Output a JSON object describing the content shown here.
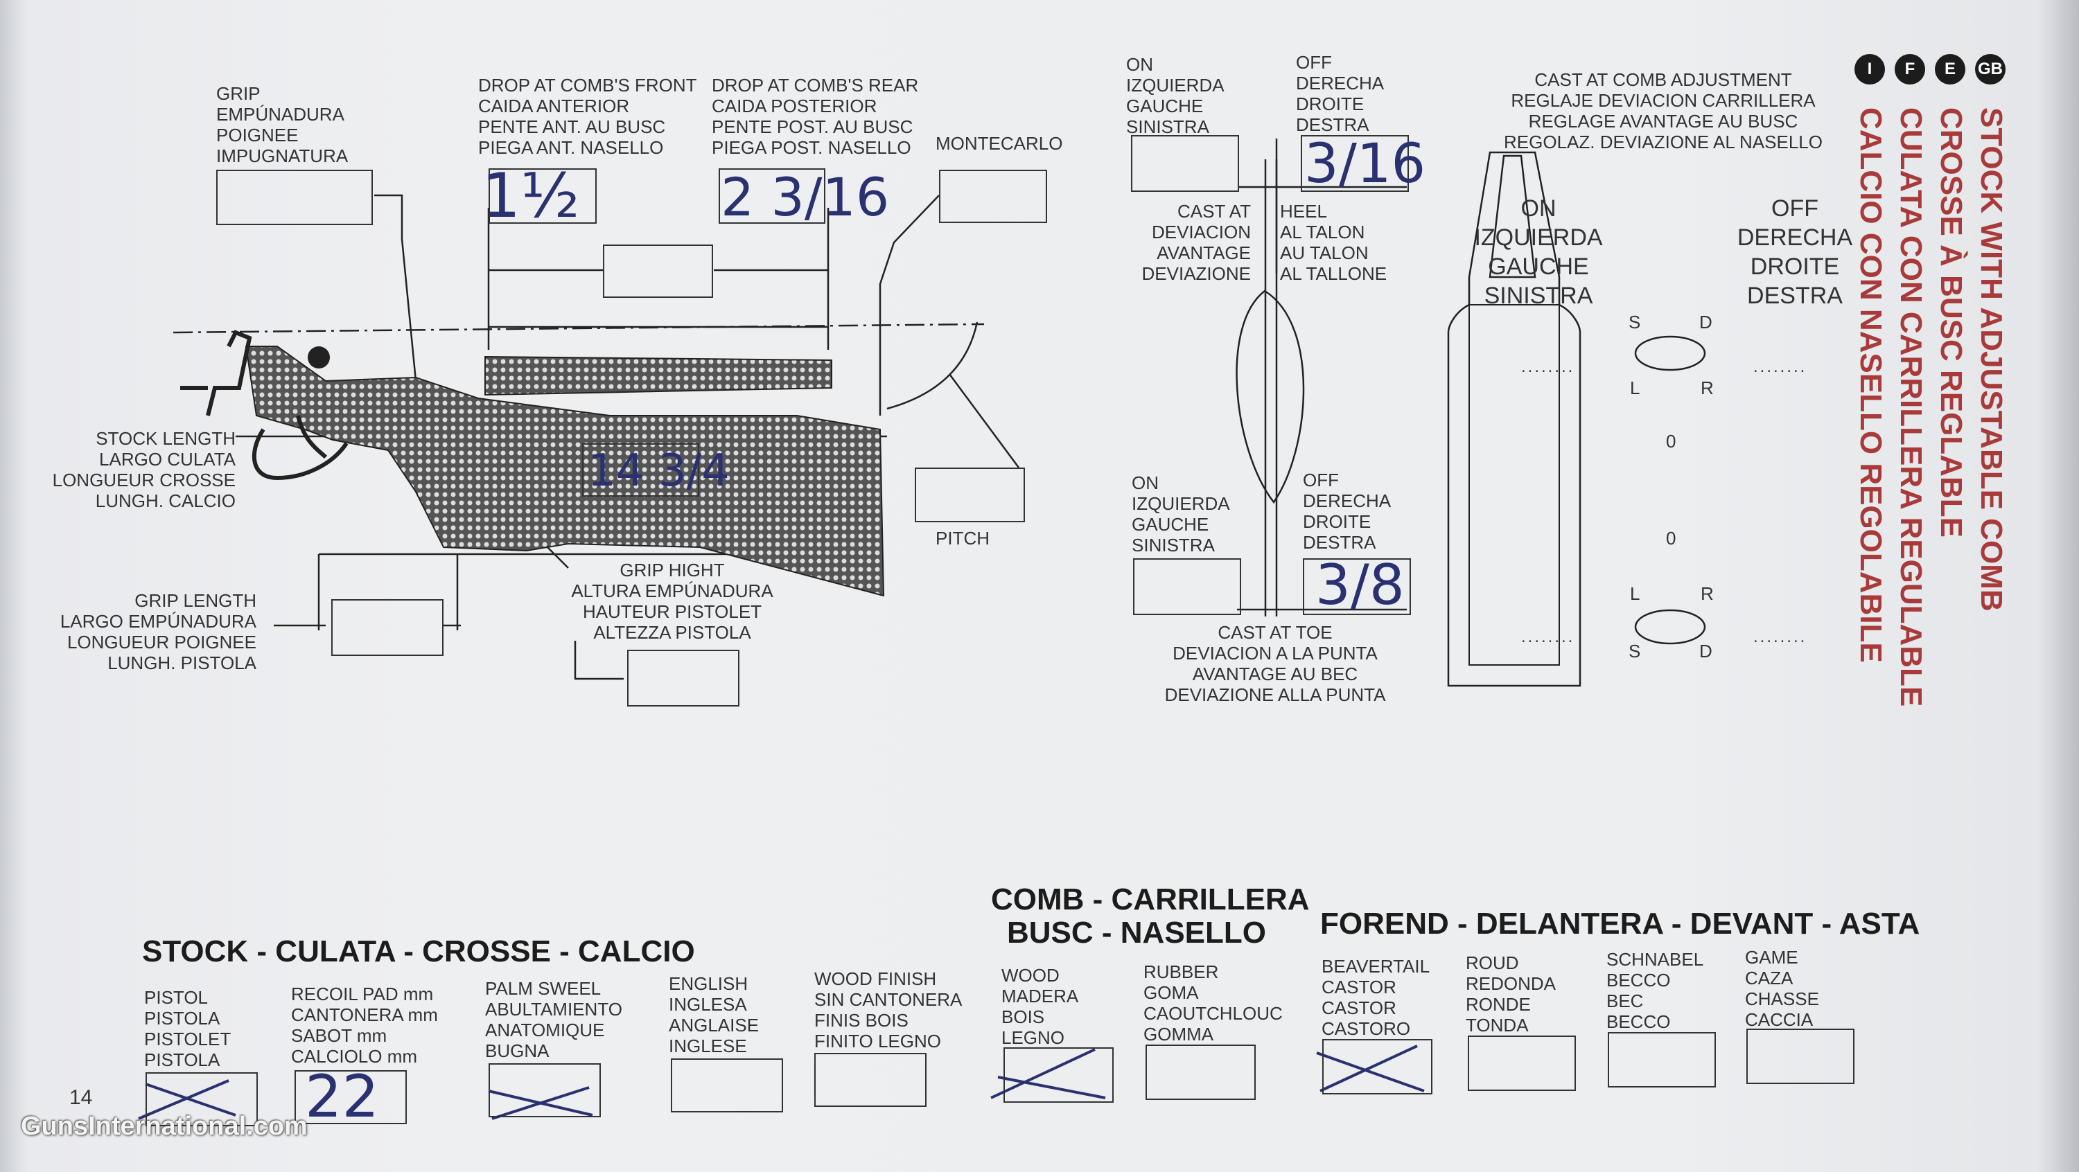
{
  "diagram": {
    "grip": "GRIP\nEMPÚNADURA\nPOIGNEE\nIMPUGNATURA",
    "drop_front": "DROP AT COMB'S FRONT\nCAIDA ANTERIOR\nPENTE ANT. AU BUSC\nPIEGA ANT. NASELLO",
    "drop_front_value": "1½",
    "drop_rear": "DROP AT COMB'S REAR\nCAIDA POSTERIOR\nPENTE POST. AU BUSC\nPIEGA POST. NASELLO",
    "drop_rear_value": "2 3/16",
    "montecarlo": "MONTECARLO",
    "stock_length": "STOCK LENGTH\nLARGO CULATA\nLONGUEUR CROSSE\nLUNGH. CALCIO",
    "stock_length_value": "14 3/4",
    "pitch": "PITCH",
    "grip_length": "GRIP LENGTH\nLARGO EMPÚNADURA\nLONGUEUR POIGNEE\nLUNGH. PISTOLA",
    "grip_height": "GRIP HIGHT\nALTURA EMPÚNADURA\nHAUTEUR PISTOLET\nALTEZZA PISTOLA"
  },
  "cast": {
    "on_top": "ON\nIZQUIERDA\nGAUCHE\nSINISTRA",
    "off_top": "OFF\nDERECHA\nDROITE\nDESTRA",
    "heel_value": "3/16",
    "cast_at": "CAST AT\nDEVIACION\nAVANTAGE\nDEVIAZIONE",
    "heel": "HEEL\nAL TALON\nAU TALON\nAL TALLONE",
    "on_bottom": "ON\nIZQUIERDA\nGAUCHE\nSINISTRA",
    "off_bottom": "OFF\nDERECHA\nDROITE\nDESTRA",
    "toe_value": "3/8",
    "cast_toe": "CAST AT TOE\nDEVIACION A LA PUNTA\nAVANTAGE AU BEC\nDEVIAZIONE ALLA PUNTA"
  },
  "comb_adjust": {
    "title": "CAST AT COMB ADJUSTMENT\nREGLAJE DEVIACION CARRILLERA\nREGLAGE AVANTAGE AU BUSC\nREGOLAZ. DEVIAZIONE AL NASELLO",
    "on": "ON\nIZQUIERDA\nGAUCHE\nSINISTRA",
    "off": "OFF\nDERECHA\nDROITE\nDESTRA",
    "dots": "........",
    "s": "S",
    "d": "D",
    "l": "L",
    "r": "R",
    "zero": "0"
  },
  "languages": {
    "badges": [
      "GB",
      "E",
      "F",
      "I"
    ],
    "titles": [
      "STOCK WITH ADJUSTABLE COMB",
      "CROSSE À BUSC REGLABLE",
      "CULATA CON CARRILLERA REGULABLE",
      "CALCIO CON NASELLO REGOLABILE"
    ]
  },
  "sections": {
    "stock": "STOCK - CULATA - CROSSE - CALCIO",
    "comb": "COMB - CARRILLERA\nBUSC - NASELLO",
    "forend": "FOREND - DELANTERA - DEVANT - ASTA"
  },
  "options": {
    "pistol": "PISTOL\nPISTOLA\nPISTOLET\nPISTOLA",
    "recoil": "RECOIL PAD mm\nCANTONERA mm\nSABOT mm\nCALCIOLO mm",
    "recoil_value": "22",
    "palm": "PALM SWEEL\nABULTAMIENTO\nANATOMIQUE\nBUGNA",
    "english": "ENGLISH\nINGLESA\nANGLAISE\nINGLESE",
    "woodfinish": "WOOD FINISH\nSIN CANTONERA\nFINIS BOIS\nFINITO LEGNO",
    "wood": "WOOD\nMADERA\nBOIS\nLEGNO",
    "rubber": "RUBBER\nGOMA\nCAOUTCHLOUC\nGOMMA",
    "beavertail": "BEAVERTAIL\nCASTOR\nCASTOR\nCASTORO",
    "round": "ROUD\nREDONDA\nRONDE\nTONDA",
    "schnabel": "SCHNABEL\nBECCO\nBEC\nBECCO",
    "game": "GAME\nCAZA\nCHASSE\nCACCIA"
  },
  "page_number": "14",
  "watermark": "GunsInternational.com",
  "colors": {
    "ink": "#2a3170",
    "red": "#a83a3a",
    "paper": "#eceef0"
  }
}
